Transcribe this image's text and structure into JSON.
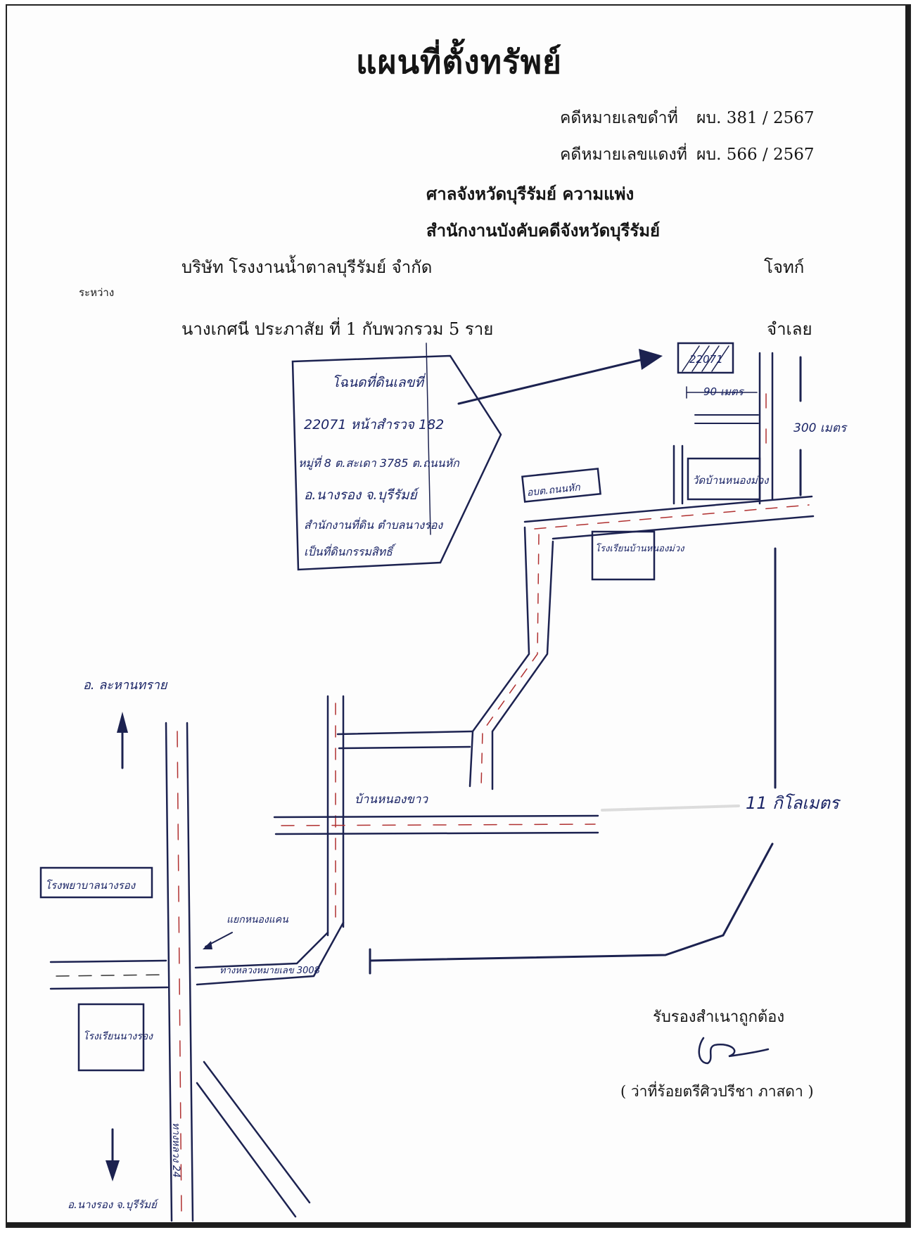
{
  "header": {
    "title": "แผนที่ตั้งทรัพย์",
    "black_case_label": "คดีหมายเลขดำที่",
    "black_case_number": "ผบ. 381 / 2567",
    "red_case_label": "คดีหมายเลขแดงที่",
    "red_case_number": "ผบ. 566 / 2567",
    "court": "ศาลจังหวัดบุรีรัมย์ ความแพ่ง",
    "office": "สำนักงานบังคับคดีจังหวัดบุรีรัมย์"
  },
  "parties": {
    "plaintiff": "บริษัท โรงงานน้ำตาลบุรีรัมย์ จำกัด",
    "plaintiff_role": "โจทก์",
    "between": "ระหว่าง",
    "defendant": "นางเกศนี ประภาสัย ที่ 1 กับพวกรวม 5 ราย",
    "defendant_role": "จำเลย"
  },
  "property_note": {
    "lines": [
      "โฉนดที่ดินเลขที่",
      "22071 หน้าสำรวจ 182",
      "หมู่ที่ 8 ต.สะเดา 3785 ต.ถนนหัก",
      "อ.นางรอง จ.บุรีรัมย์",
      "สำนักงานที่ดิน ตำบลนางรอง",
      "เป็นที่ดินกรรมสิทธิ์"
    ]
  },
  "map_labels": {
    "parcel": "22071",
    "distance_90": "90 เมตร",
    "distance_300": "300 เมตร",
    "place_1": "วัดบ้านหนองม่วง",
    "place_2": "อบต.ถนนหัก",
    "place_3": "โรงเรียนบ้านหนองม่วง",
    "village": "บ้านหนองขาว",
    "distance_km": "11 กิโลเมตร",
    "north_town": "อ. ละหานทราย",
    "junction": "แยกหนองแคน",
    "route": "ทางหลวงหมายเลข 3008",
    "highway_24": "ทางหลวง 24",
    "west_box": "โรงพยาบาลนางรอง",
    "school_box": "โรงเรียนนางรอง",
    "south_town": "อ.นางรอง จ.บุรีรัมย์"
  },
  "certification": {
    "label": "รับรองสำเนาถูกต้อง",
    "name": "( ว่าที่ร้อยตรีศิวปรีชา ภาสดา )"
  }
}
